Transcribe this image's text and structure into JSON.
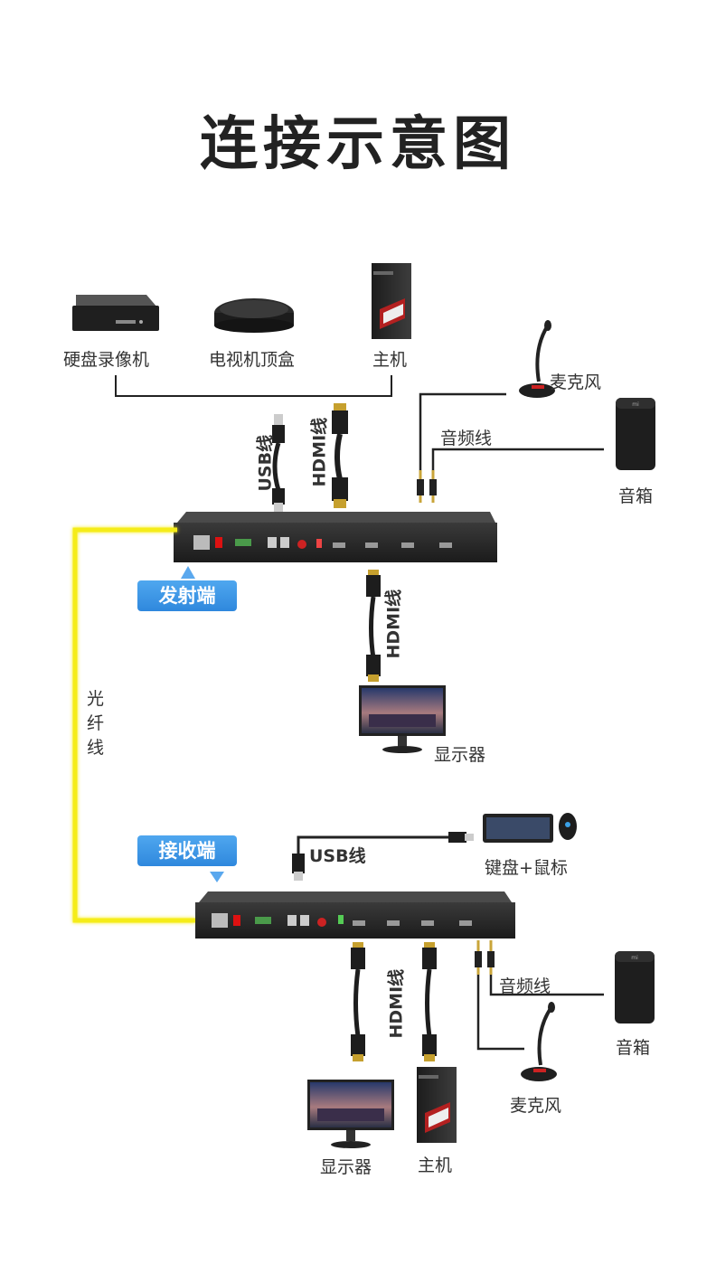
{
  "title": "连接示意图",
  "top_devices": {
    "dvr": "硬盘录像机",
    "set_top_box": "电视机顶盒",
    "host": "主机"
  },
  "transmitter": {
    "badge": "发射端",
    "usb_cable": "USB线",
    "hdmi_cable_in": "HDMI线",
    "hdmi_cable_out": "HDMI线",
    "microphone": "麦克风",
    "audio_cable": "音频线",
    "speaker": "音箱",
    "monitor": "显示器"
  },
  "fiber": "光纤线",
  "receiver": {
    "badge": "接收端",
    "usb_cable": "USB线",
    "keyboard_mouse": "键盘+鼠标",
    "hdmi_cable": "HDMI线",
    "audio_cable": "音频线",
    "speaker": "音箱",
    "microphone": "麦克风",
    "monitor": "显示器",
    "host": "主机"
  },
  "colors": {
    "fiber": "#f5ec18",
    "badge": "#3a93e3",
    "line": "#222222"
  }
}
